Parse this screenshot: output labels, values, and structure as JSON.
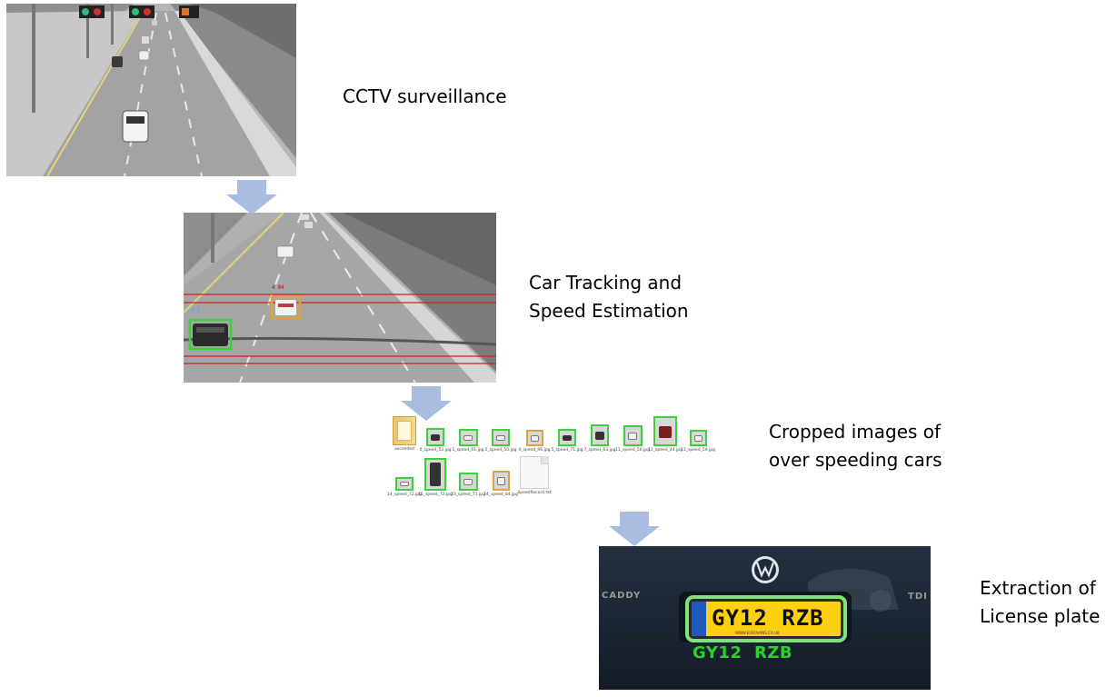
{
  "labels": {
    "step1": "CCTV surveillance",
    "step2": "Car Tracking and\nSpeed Estimation",
    "step3": "Cropped images of\nover speeding cars",
    "step4": "Extraction of\nLicense plate"
  },
  "files": {
    "row1": [
      "exceeded",
      "0_speed_52.jpg",
      "1_speed_61.jpg",
      "2_speed_50.jpg",
      "4_speed_96.jpg",
      "5_speed_71.jpg",
      "7_speed_63.jpg",
      "11_speed_56.jpg",
      "12_speed_44.jpg",
      "13_speed_59.jpg"
    ],
    "row2": [
      "14_speed_72.jpg",
      "15_speed_72.jpg",
      "23_speed_71.jpg",
      "24_speed_84.jpg",
      "SpeedRecord.txt"
    ]
  },
  "tracking": {
    "box_orange_tag": "4  94",
    "box_green_tag": "3  1"
  },
  "plate": {
    "plate_text": "GY12 RZB",
    "plate_sub": "WWW.EUROVANS.CO.UK",
    "ocr_result": "GY12  RZB",
    "brand_left": "CADDY",
    "brand_right": "TDI"
  },
  "colors": {
    "arrow": "#a9bde0",
    "track_line": "#d11e1e",
    "box_green": "#3dcf3d",
    "box_orange": "#e0a23a",
    "ocr_green": "#2bd22b"
  }
}
